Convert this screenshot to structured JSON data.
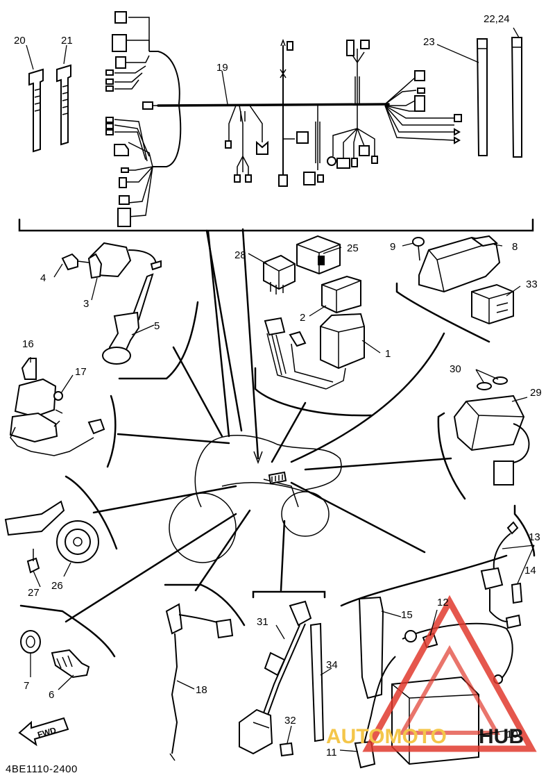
{
  "callouts": [
    {
      "id": "20",
      "label": "20"
    },
    {
      "id": "21",
      "label": "21"
    },
    {
      "id": "19",
      "label": "19"
    },
    {
      "id": "23",
      "label": "23"
    },
    {
      "id": "22-24",
      "label": "22,24"
    },
    {
      "id": "28",
      "label": "28"
    },
    {
      "id": "25",
      "label": "25"
    },
    {
      "id": "9",
      "label": "9"
    },
    {
      "id": "8",
      "label": "8"
    },
    {
      "id": "33",
      "label": "33"
    },
    {
      "id": "4",
      "label": "4"
    },
    {
      "id": "3",
      "label": "3"
    },
    {
      "id": "5",
      "label": "5"
    },
    {
      "id": "2",
      "label": "2"
    },
    {
      "id": "1",
      "label": "1"
    },
    {
      "id": "16",
      "label": "16"
    },
    {
      "id": "17",
      "label": "17"
    },
    {
      "id": "30",
      "label": "30"
    },
    {
      "id": "29",
      "label": "29"
    },
    {
      "id": "13",
      "label": "13"
    },
    {
      "id": "14",
      "label": "14"
    },
    {
      "id": "27",
      "label": "27"
    },
    {
      "id": "26",
      "label": "26"
    },
    {
      "id": "15",
      "label": "15"
    },
    {
      "id": "12",
      "label": "12"
    },
    {
      "id": "31",
      "label": "31"
    },
    {
      "id": "34",
      "label": "34"
    },
    {
      "id": "7",
      "label": "7"
    },
    {
      "id": "6",
      "label": "6"
    },
    {
      "id": "18",
      "label": "18"
    },
    {
      "id": "32",
      "label": "32"
    },
    {
      "id": "10",
      "label": "10"
    },
    {
      "id": "11",
      "label": "11"
    }
  ],
  "footer": {
    "drawing_code": "4BE1110-2400",
    "direction_label": "FWD"
  },
  "watermark": {
    "part1": "AUTOMOTO",
    "part2": "HUB"
  },
  "colors": {
    "line": "#000000",
    "watermark_red": "#e03a2e",
    "watermark_yellow": "#f4c64a",
    "watermark_dark": "#1a1a1a"
  }
}
